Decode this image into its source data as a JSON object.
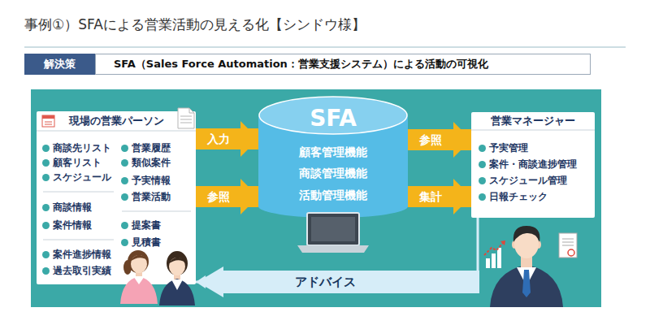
{
  "diagram": {
    "title": "事例①）SFAによる営業活動の見える化【シンドウ様】",
    "nodes": [
      {
        "text": [
          "解決策"
        ]
      },
      {
        "text": [
          "SFA（Sales Force Automation：営業支援システム）による活動の可視化"
        ]
      },
      {
        "text": [
          "現場の営業パーソン",
          "商談先リスト",
          "顧客リスト",
          "スケジュール",
          "商談情報",
          "案件情報",
          "案件進捗情報",
          "過去取引実績",
          "営業履歴",
          "類似案件",
          "予実情報",
          "営業活動",
          "提案書",
          "見積書"
        ]
      },
      {
        "text": [
          "SFA",
          "顧客管理機能",
          "商談管理機能",
          "活動管理機能"
        ]
      },
      {
        "text": [
          "営業マネージャー",
          "予実管理",
          "案件・商談進捗管理",
          "スケジュール管理",
          "日報チェック"
        ]
      }
    ],
    "edges": [
      {
        "from": 2,
        "to": 3,
        "arrow": "to",
        "label": "入力"
      },
      {
        "from": 2,
        "to": 3,
        "arrow": "to",
        "label": "参照"
      },
      {
        "from": 3,
        "to": 4,
        "arrow": "to",
        "label": "参照"
      },
      {
        "from": 3,
        "to": 4,
        "arrow": "to",
        "label": "集計"
      },
      {
        "from": 4,
        "to": 2,
        "arrow": "to",
        "label": "アドバイス"
      }
    ]
  }
}
